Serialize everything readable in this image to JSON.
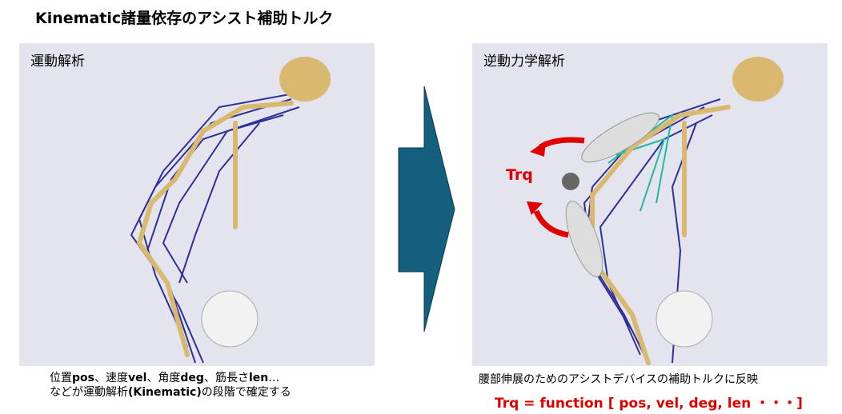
{
  "title": "Kinematic諸量依存のアシスト補助トルク",
  "left_panel": {
    "label": "運動解析"
  },
  "right_panel": {
    "label": "逆動力学解析",
    "torque_label": "Trq"
  },
  "left_caption": {
    "line1": [
      "位置",
      "pos",
      "、速度",
      "vel",
      "、角度",
      "deg",
      "、筋長さ",
      "len",
      "…"
    ],
    "line2": [
      "などが運動解析",
      "(Kinematic)",
      "の段階で確定する"
    ]
  },
  "right_caption": {
    "line1": "腰部伸展のためのアシストデバイスの補助トルクに反映",
    "formula": "Trq = function [ pos, vel, deg, len ・・・]"
  },
  "colors": {
    "arrow": "#155f7e",
    "panel_bg": "#e4e4ee",
    "accent": "#e00000",
    "bone": "#d9b870",
    "muscle": "#10108a"
  }
}
